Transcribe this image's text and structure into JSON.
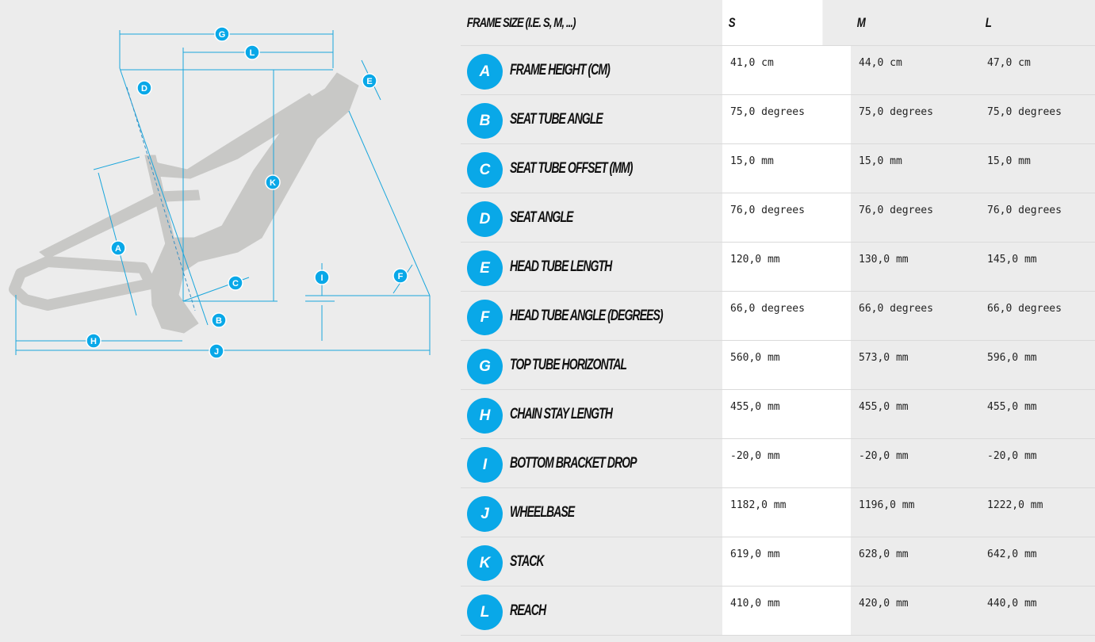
{
  "header": {
    "frame_size_label": "FRAME SIZE (I.E. S, M, ...)",
    "sizes": [
      "S",
      "M",
      "L"
    ]
  },
  "rows": [
    {
      "key": "A",
      "label": "FRAME HEIGHT (CM)",
      "s": "41,0 cm",
      "m": "44,0 cm",
      "l": "47,0 cm"
    },
    {
      "key": "B",
      "label": "SEAT TUBE ANGLE",
      "s": "75,0 degrees",
      "m": "75,0 degrees",
      "l": "75,0 degrees"
    },
    {
      "key": "C",
      "label": "SEAT TUBE OFFSET (MM)",
      "s": "15,0 mm",
      "m": "15,0 mm",
      "l": "15,0 mm"
    },
    {
      "key": "D",
      "label": "SEAT ANGLE",
      "s": "76,0 degrees",
      "m": "76,0 degrees",
      "l": "76,0 degrees"
    },
    {
      "key": "E",
      "label": "HEAD TUBE LENGTH",
      "s": "120,0 mm",
      "m": "130,0 mm",
      "l": "145,0 mm"
    },
    {
      "key": "F",
      "label": "HEAD TUBE ANGLE (DEGREES)",
      "s": "66,0 degrees",
      "m": "66,0 degrees",
      "l": "66,0 degrees"
    },
    {
      "key": "G",
      "label": "TOP TUBE HORIZONTAL",
      "s": "560,0 mm",
      "m": "573,0 mm",
      "l": "596,0 mm"
    },
    {
      "key": "H",
      "label": "CHAIN STAY LENGTH",
      "s": "455,0 mm",
      "m": "455,0 mm",
      "l": "455,0 mm"
    },
    {
      "key": "I",
      "label": "BOTTOM BRACKET DROP",
      "s": "-20,0 mm",
      "m": "-20,0 mm",
      "l": "-20,0 mm"
    },
    {
      "key": "J",
      "label": "WHEELBASE",
      "s": "1182,0 mm",
      "m": "1196,0 mm",
      "l": "1222,0 mm"
    },
    {
      "key": "K",
      "label": "STACK",
      "s": "619,0 mm",
      "m": "628,0 mm",
      "l": "642,0 mm"
    },
    {
      "key": "L",
      "label": "REACH",
      "s": "410,0 mm",
      "m": "420,0 mm",
      "l": "440,0 mm"
    }
  ],
  "diagram": {
    "markers": [
      "G",
      "L",
      "D",
      "E",
      "K",
      "A",
      "I",
      "F",
      "C",
      "B",
      "H",
      "J"
    ]
  },
  "colors": {
    "accent": "#09a8e8",
    "frame": "#c8c8c6",
    "background": "#ececec",
    "highlight_column": "#ffffff"
  }
}
